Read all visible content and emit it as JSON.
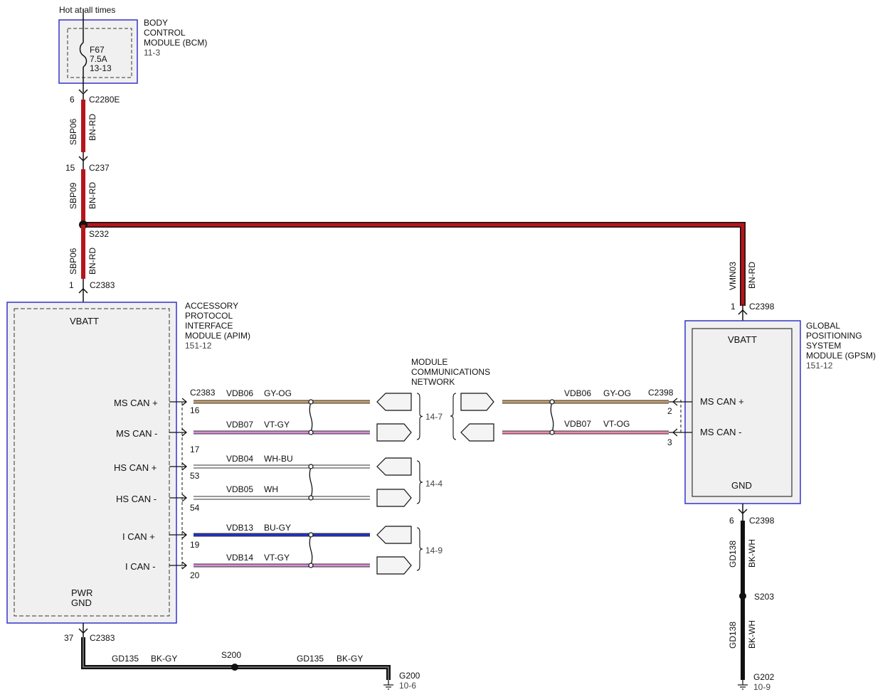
{
  "colors": {
    "bn_rd": "#b5161b",
    "bk": "#111111",
    "gy_og": "#c8a06a",
    "vt_gy": "#d78ed8",
    "vt_og": "#f08aa8",
    "bu_gy": "#2230c8",
    "wh": "#ffffff",
    "module_border": "#3333cc",
    "module_fill": "#f0f0f0"
  },
  "power": {
    "hot_label": "Hot at all times",
    "fuse_id": "F67",
    "fuse_rating": "7.5A",
    "fuse_ref": "13-13"
  },
  "bcm": {
    "name_lines": [
      "BODY",
      "CONTROL",
      "MODULE (BCM)"
    ],
    "ref": "11-3"
  },
  "wires_main": {
    "c2280e_pin": "6",
    "c2280e": "C2280E",
    "seg1_circuit": "SBP06",
    "seg1_color": "BN-RD",
    "c237_pin": "15",
    "c237": "C237",
    "seg2_circuit": "SBP09",
    "seg2_color": "BN-RD",
    "splice_s232": "S232",
    "seg3_circuit": "SBP06",
    "seg3_color": "BN-RD",
    "apim_conn_pin": "1",
    "apim_conn": "C2383",
    "gpsm_feed_circuit": "VMN03",
    "gpsm_feed_color": "BN-RD",
    "gpsm_conn_pin": "1",
    "gpsm_conn": "C2398"
  },
  "apim": {
    "name_lines": [
      "ACCESSORY",
      "PROTOCOL",
      "INTERFACE",
      "MODULE (APIM)"
    ],
    "ref": "151-12",
    "vbatt": "VBATT",
    "pwr": "PWR",
    "gnd": "GND",
    "signals": [
      "MS CAN +",
      "MS CAN -",
      "HS CAN +",
      "HS CAN -",
      "I CAN +",
      "I CAN -"
    ],
    "connector": "C2383",
    "pins": [
      "16",
      "17",
      "53",
      "54",
      "19",
      "20"
    ],
    "gnd_pin": "37",
    "gnd_conn": "C2383"
  },
  "network": {
    "label_lines": [
      "MODULE",
      "COMMUNICATIONS",
      "NETWORK"
    ]
  },
  "can_wires": [
    {
      "circuit": "VDB06",
      "color": "GY-OG"
    },
    {
      "circuit": "VDB07",
      "color": "VT-GY"
    },
    {
      "circuit": "VDB04",
      "color": "WH-BU"
    },
    {
      "circuit": "VDB05",
      "color": "WH"
    },
    {
      "circuit": "VDB13",
      "color": "BU-GY"
    },
    {
      "circuit": "VDB14",
      "color": "VT-GY"
    }
  ],
  "refs": {
    "ms": "14-7",
    "hs": "14-4",
    "i": "14-9"
  },
  "gpsm_wires": [
    {
      "circuit": "VDB06",
      "color": "GY-OG"
    },
    {
      "circuit": "VDB07",
      "color": "VT-OG"
    }
  ],
  "gpsm": {
    "name_lines": [
      "GLOBAL",
      "POSITIONING",
      "SYSTEM",
      "MODULE (GPSM)"
    ],
    "ref": "151-12",
    "vbatt": "VBATT",
    "gnd": "GND",
    "signals": [
      "MS CAN +",
      "MS CAN -"
    ],
    "connector": "C2398",
    "pins": [
      "2",
      "3"
    ],
    "gnd_pin": "6",
    "gnd_conn": "C2398"
  },
  "ground_apim": {
    "w1_circuit": "GD135",
    "w1_color": "BK-GY",
    "splice": "S200",
    "w2_circuit": "GD135",
    "w2_color": "BK-GY",
    "ground": "G200",
    "ground_ref": "10-6"
  },
  "ground_gpsm": {
    "circuit1": "GD138",
    "color1": "BK-WH",
    "splice": "S203",
    "circuit2": "GD138",
    "color2": "BK-WH",
    "ground": "G202",
    "ground_ref": "10-9"
  }
}
